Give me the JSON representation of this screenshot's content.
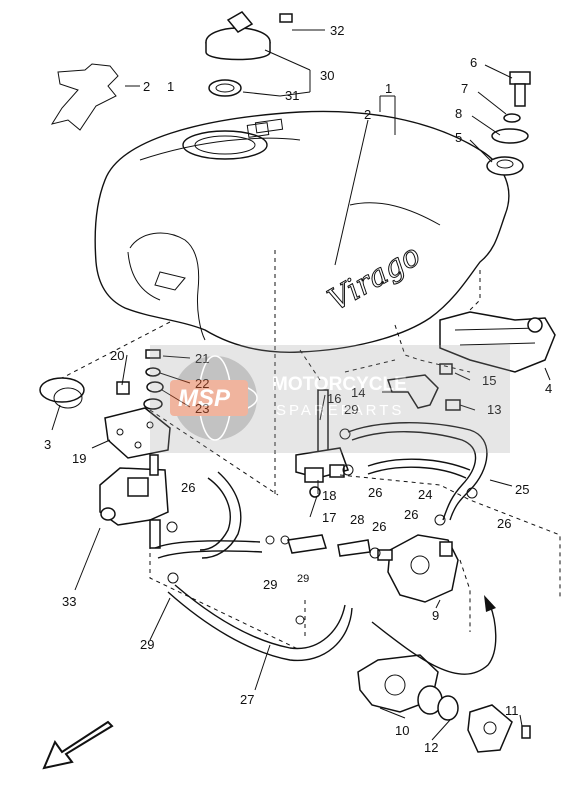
{
  "diagram": {
    "labels": [
      "32",
      "30",
      "31",
      "2",
      "1",
      "6",
      "7",
      "8",
      "5",
      "4",
      "3",
      "20",
      "21",
      "22",
      "23",
      "19",
      "15",
      "14",
      "13",
      "16",
      "29",
      "18",
      "17",
      "26",
      "24",
      "25",
      "28",
      "9",
      "33",
      "27",
      "10",
      "12",
      "11"
    ],
    "callouts": {
      "bracket_2": "2",
      "bracket_1": "1"
    },
    "tank_emblem": "Virago"
  },
  "watermark": {
    "logo_text": "MSP",
    "brand_line1": "MOTORCYCLE",
    "brand_line2": "SPAREPARTS"
  }
}
